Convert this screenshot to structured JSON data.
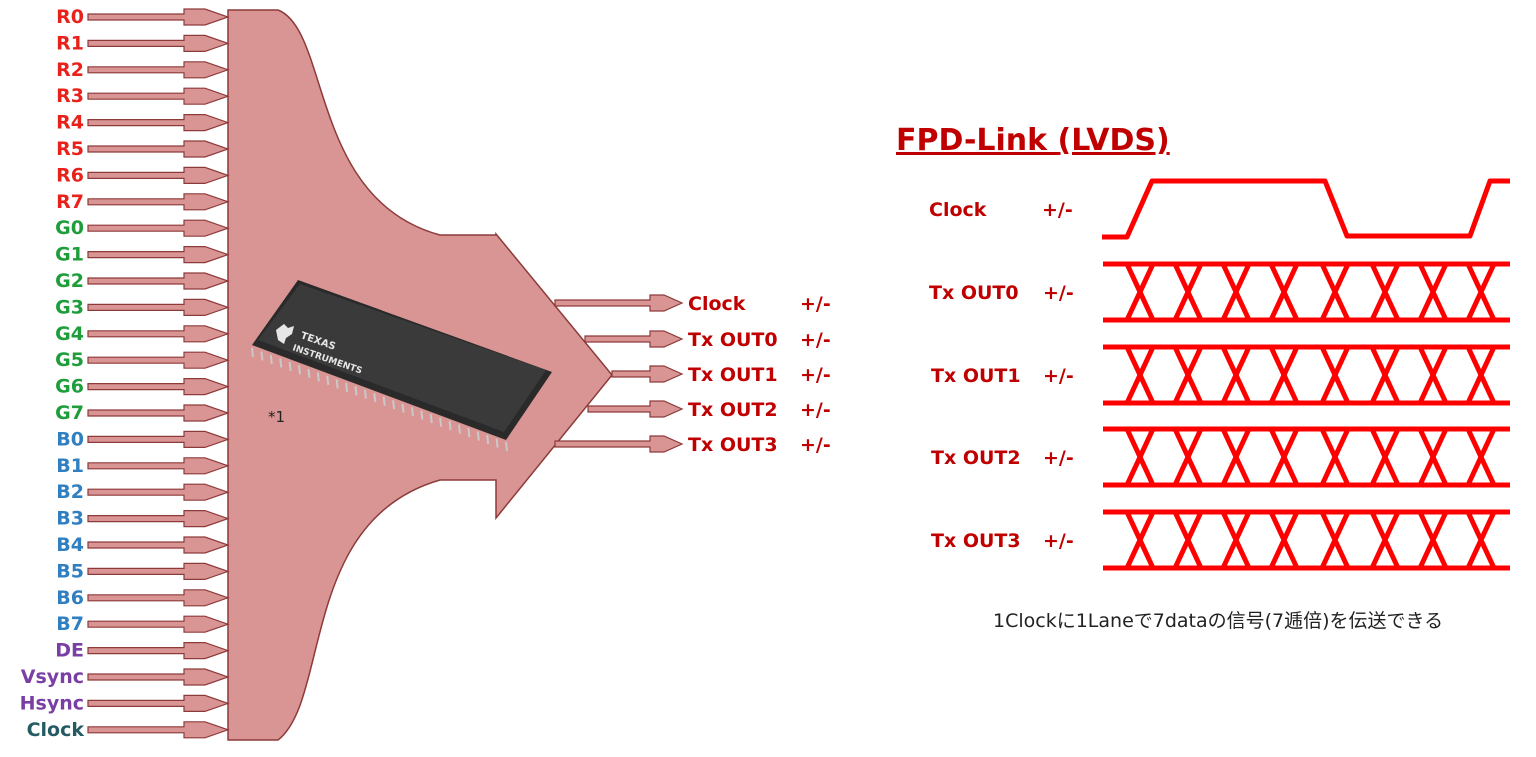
{
  "colors": {
    "red": "#e8211b",
    "green": "#1e9e3a",
    "blue": "#2f7fc1",
    "purple": "#7a3fa4",
    "teal": "#245b63",
    "dark_red": "#c00000",
    "shape_fill": "#d99594",
    "shape_stroke": "#8e3a3a",
    "signal": "#ff0000",
    "chip": "#2a2a2a"
  },
  "inputs": [
    {
      "label": "R0",
      "color": "red"
    },
    {
      "label": "R1",
      "color": "red"
    },
    {
      "label": "R2",
      "color": "red"
    },
    {
      "label": "R3",
      "color": "red"
    },
    {
      "label": "R4",
      "color": "red"
    },
    {
      "label": "R5",
      "color": "red"
    },
    {
      "label": "R6",
      "color": "red"
    },
    {
      "label": "R7",
      "color": "red"
    },
    {
      "label": "G0",
      "color": "green"
    },
    {
      "label": "G1",
      "color": "green"
    },
    {
      "label": "G2",
      "color": "green"
    },
    {
      "label": "G3",
      "color": "green"
    },
    {
      "label": "G4",
      "color": "green"
    },
    {
      "label": "G5",
      "color": "green"
    },
    {
      "label": "G6",
      "color": "green"
    },
    {
      "label": "G7",
      "color": "green"
    },
    {
      "label": "B0",
      "color": "blue"
    },
    {
      "label": "B1",
      "color": "blue"
    },
    {
      "label": "B2",
      "color": "blue"
    },
    {
      "label": "B3",
      "color": "blue"
    },
    {
      "label": "B4",
      "color": "blue"
    },
    {
      "label": "B5",
      "color": "blue"
    },
    {
      "label": "B6",
      "color": "blue"
    },
    {
      "label": "B7",
      "color": "blue"
    },
    {
      "label": "DE",
      "color": "purple"
    },
    {
      "label": "Vsync",
      "color": "purple"
    },
    {
      "label": "Hsync",
      "color": "purple"
    },
    {
      "label": "Clock",
      "color": "teal"
    }
  ],
  "outputs": [
    {
      "name": "Clock",
      "pol": "+/-"
    },
    {
      "name": "Tx OUT0",
      "pol": "+/-"
    },
    {
      "name": "Tx OUT1",
      "pol": "+/-"
    },
    {
      "name": "Tx OUT2",
      "pol": "+/-"
    },
    {
      "name": "Tx OUT3",
      "pol": "+/-"
    }
  ],
  "chip": {
    "brand_line1": "TEXAS",
    "brand_line2": "INSTRUMENTS",
    "footnote": "*1"
  },
  "timing": {
    "title": "FPD-Link (LVDS)",
    "rows": [
      {
        "name": "Clock",
        "pol": "+/-",
        "kind": "clock"
      },
      {
        "name": "Tx OUT0",
        "pol": "+/-",
        "kind": "data"
      },
      {
        "name": "Tx OUT1",
        "pol": "+/-",
        "kind": "data"
      },
      {
        "name": "Tx OUT2",
        "pol": "+/-",
        "kind": "data"
      },
      {
        "name": "Tx OUT3",
        "pol": "+/-",
        "kind": "data"
      }
    ],
    "data_bits_per_clock": 7,
    "caption": "1Clockに1Laneで7dataの信号(7逓倍)を伝送できる"
  }
}
